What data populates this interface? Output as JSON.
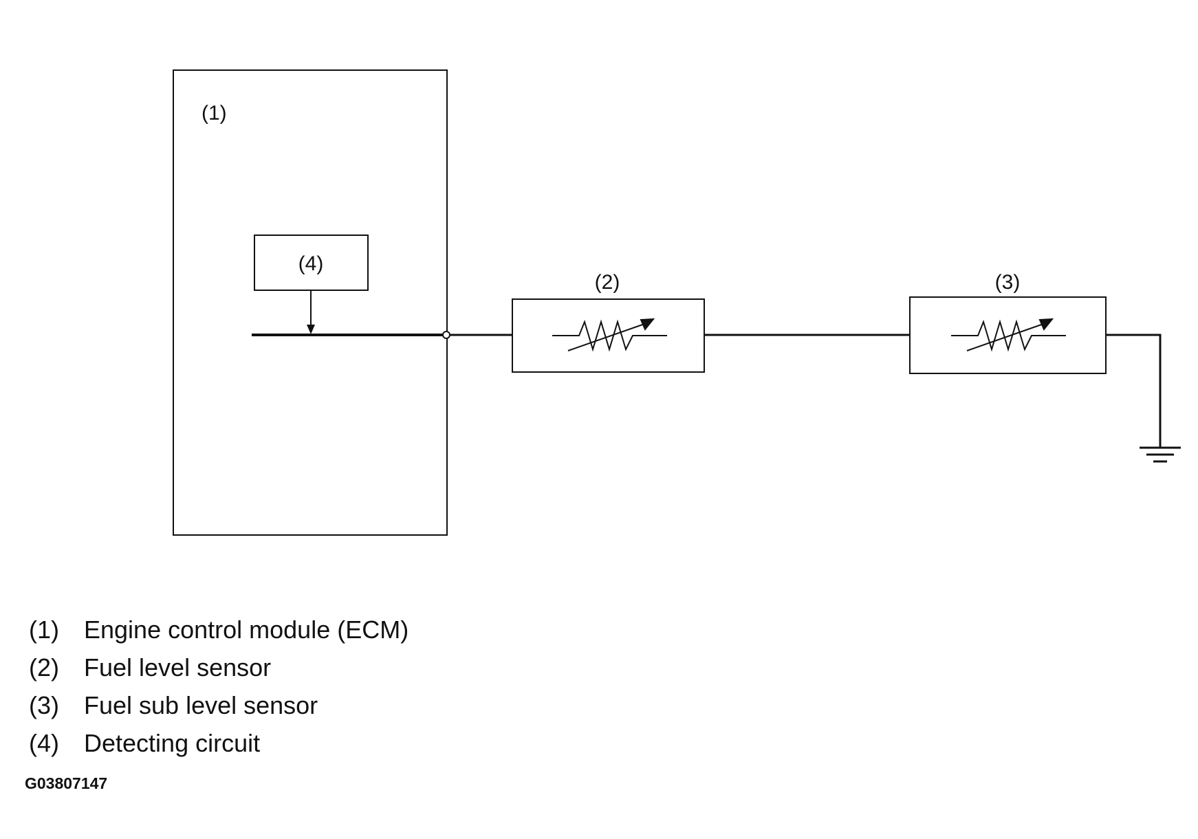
{
  "diagram": {
    "callouts": {
      "ecm": "(1)",
      "fuel_level_sensor": "(2)",
      "fuel_sub_level_sensor": "(3)",
      "detecting_circuit": "(4)"
    }
  },
  "legend": [
    {
      "num": "(1)",
      "label": "Engine control module (ECM)"
    },
    {
      "num": "(2)",
      "label": "Fuel level sensor"
    },
    {
      "num": "(3)",
      "label": "Fuel sub level sensor"
    },
    {
      "num": "(4)",
      "label": "Detecting circuit"
    }
  ],
  "figure_id": "G03807147"
}
